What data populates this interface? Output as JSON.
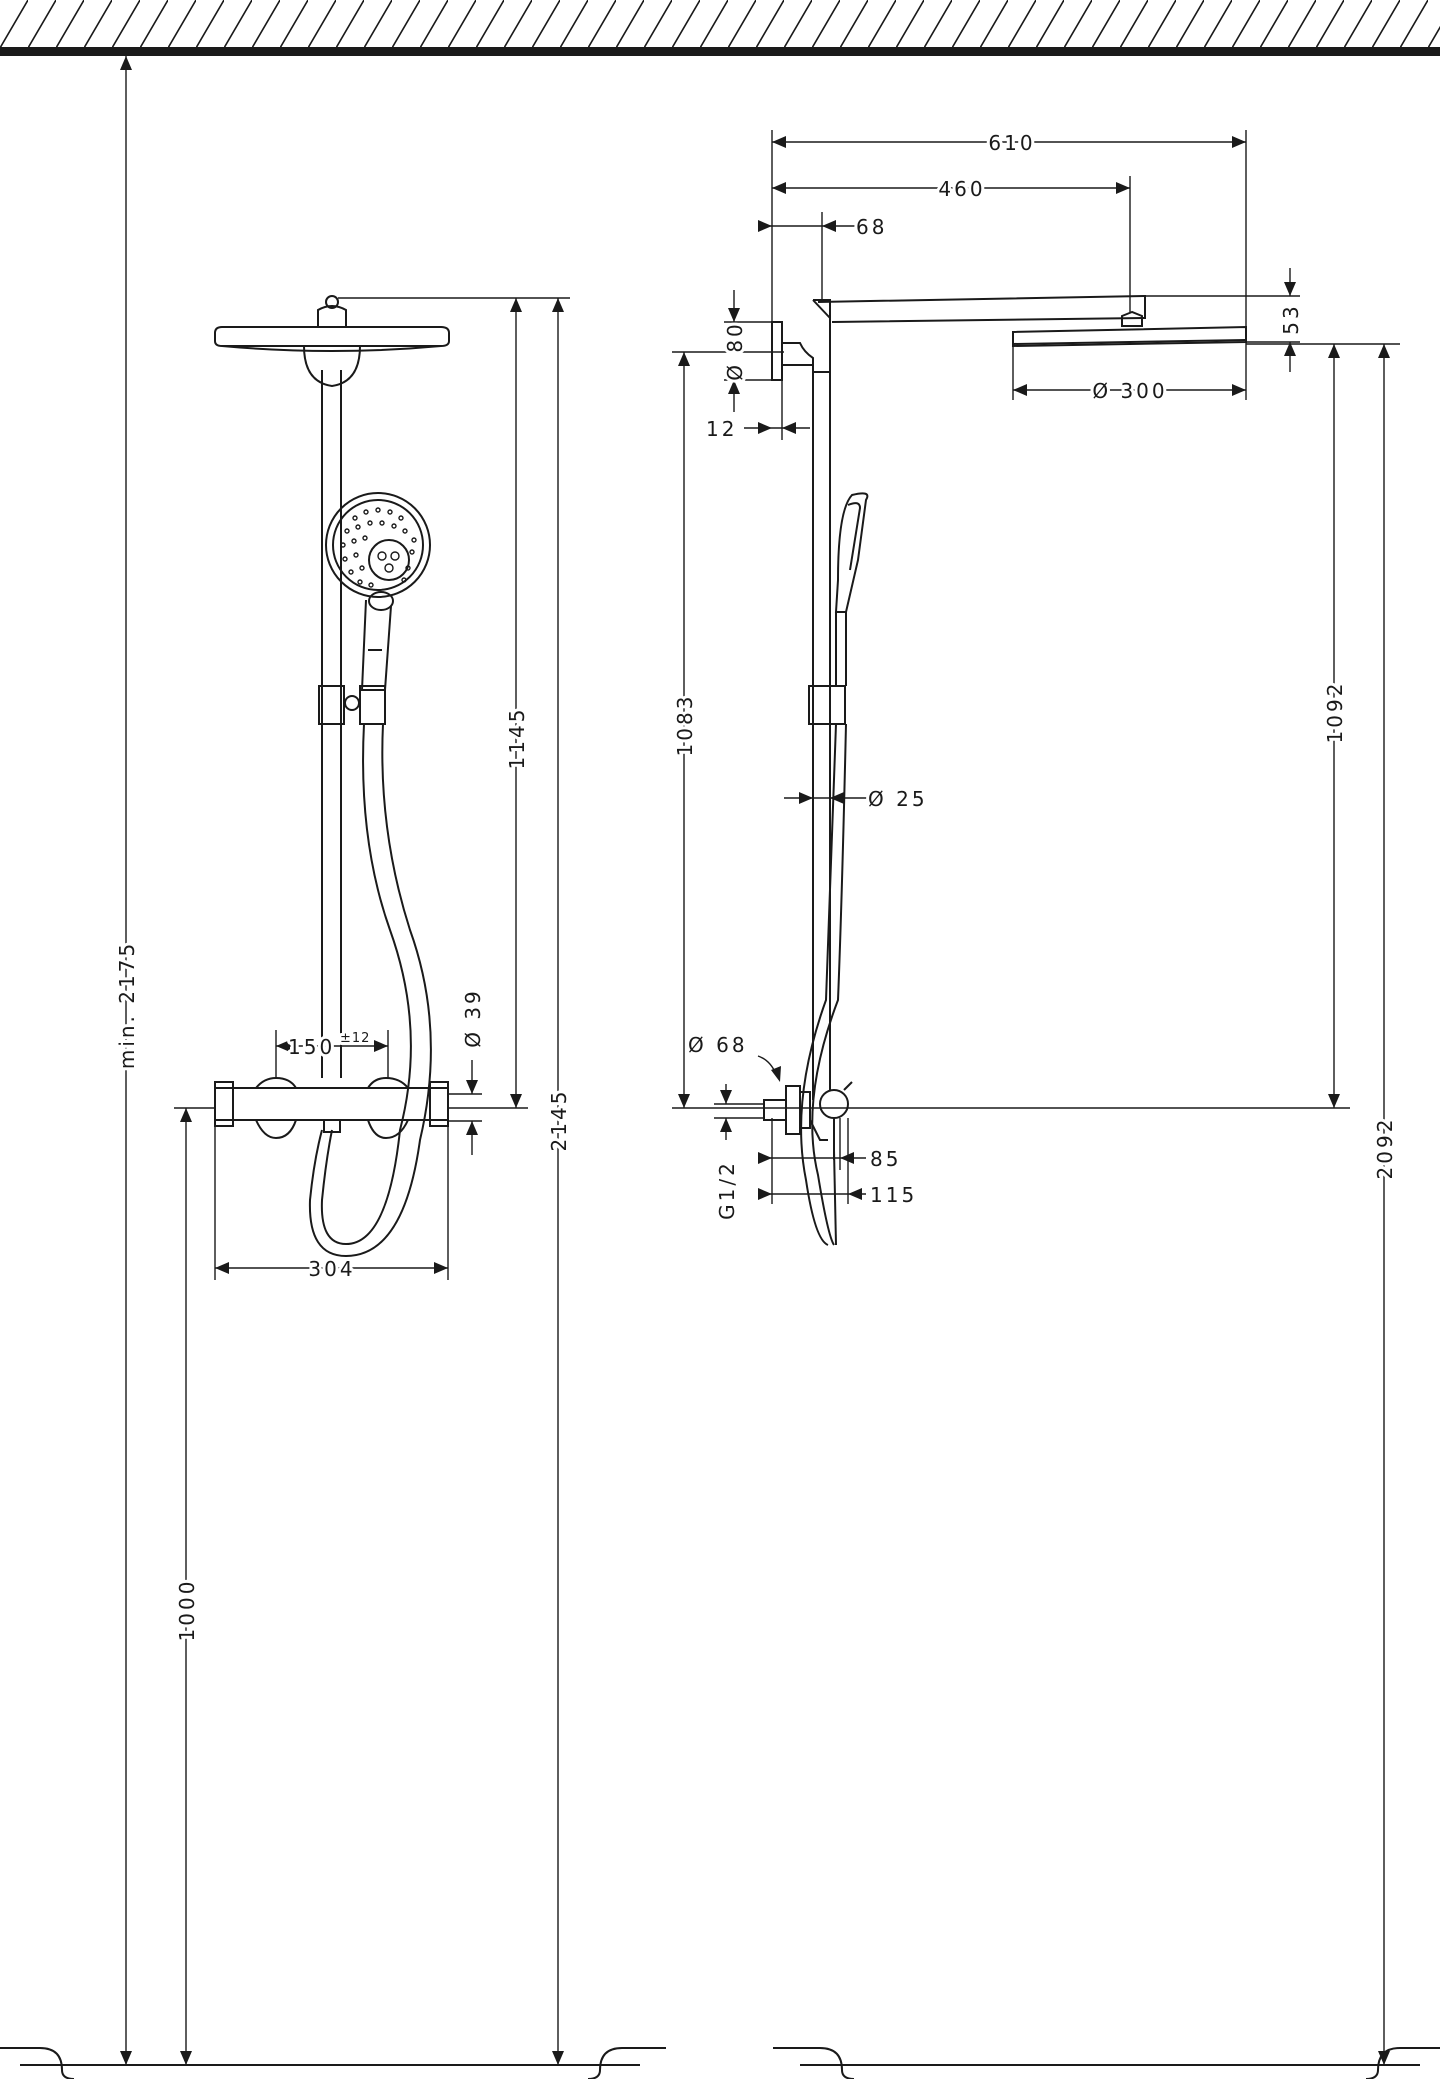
{
  "dimensions": {
    "front": {
      "height_min": "min. 2175",
      "height_total": "2145",
      "height_shower_head": "1145",
      "height_mixer": "1000",
      "mixer_width": "304",
      "inlet_spacing": "150",
      "inlet_tolerance": "±12",
      "pipe_diameter": "Ø 39"
    },
    "side": {
      "projection_head": "610",
      "projection_arm": "460",
      "wall_bracket_offset": "68",
      "head_thickness": "53",
      "wall_flange_diameter": "Ø 80",
      "flange_thickness": "12",
      "head_diameter": "Ø 300",
      "height_bracket": "1083",
      "height_head_side": "1092",
      "height_total_side": "2092",
      "riser_diameter": "Ø 25",
      "connection_diameter": "Ø 68",
      "thread": "G1/2",
      "depth_mixer": "85",
      "depth_total": "115"
    }
  }
}
